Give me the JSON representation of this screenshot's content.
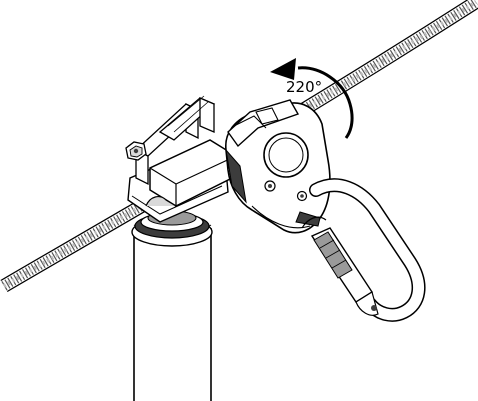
{
  "figure": {
    "rotation_label": "220°",
    "rotation_direction": "counter-clockwise",
    "colors": {
      "line": "#000000",
      "fill": "#ffffff",
      "shade_light": "#d9d9d9",
      "shade_mid": "#9a9a9a",
      "shade_dark": "#3c3c3c"
    },
    "icons": [
      "cable",
      "post",
      "cable-bracket",
      "traveller-device",
      "carabiner",
      "rotation-arrow"
    ]
  }
}
